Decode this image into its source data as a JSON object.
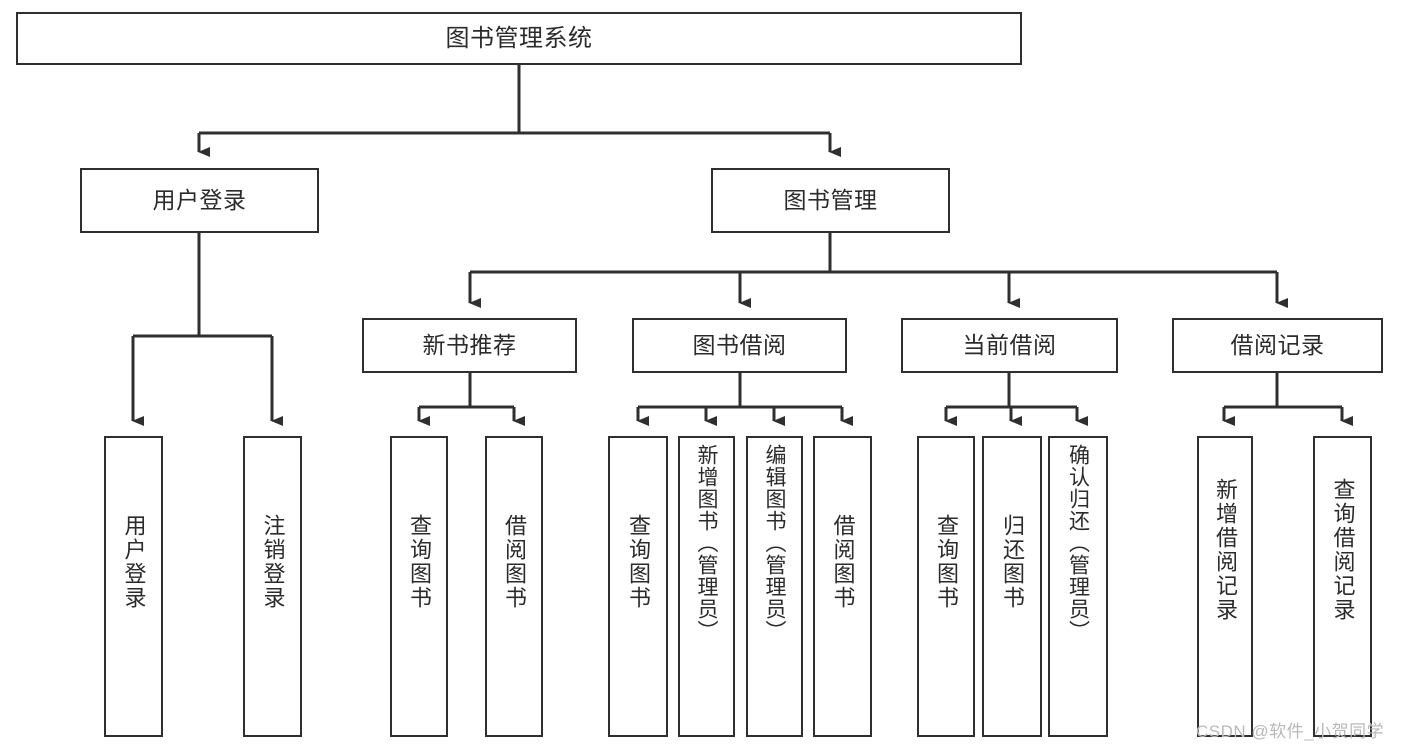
{
  "diagram": {
    "title": "图书管理系统",
    "type": "hierarchy-tree",
    "watermark": "CSDN @软件_小贺同学",
    "colors": {
      "background": "#ffffff",
      "box_border": "#2f2f2f",
      "box_fill": "#ffffff",
      "text": "#2b2b2b",
      "connector": "#2f2f2f",
      "watermark": "#b9b9b9"
    },
    "nodes": {
      "root": {
        "label": "图书管理系统"
      },
      "level2": [
        {
          "label": "用户登录"
        },
        {
          "label": "图书管理"
        }
      ],
      "level3": [
        {
          "label": "新书推荐"
        },
        {
          "label": "图书借阅"
        },
        {
          "label": "当前借阅"
        },
        {
          "label": "借阅记录"
        }
      ],
      "leaves": {
        "user_login": [
          {
            "label": "用户登录"
          },
          {
            "label": "注销登录"
          }
        ],
        "new_book_recommend": [
          {
            "label": "查询图书"
          },
          {
            "label": "借阅图书"
          }
        ],
        "book_borrow": [
          {
            "label": "查询图书"
          },
          {
            "label": "新增图书（管理员）"
          },
          {
            "label": "编辑图书（管理员）"
          },
          {
            "label": "借阅图书"
          }
        ],
        "current_borrow": [
          {
            "label": "查询图书"
          },
          {
            "label": "归还图书"
          },
          {
            "label": "确认归还（管理员）"
          }
        ],
        "borrow_records": [
          {
            "label": "新增借阅记录"
          },
          {
            "label": "查询借阅记录"
          }
        ]
      }
    }
  }
}
